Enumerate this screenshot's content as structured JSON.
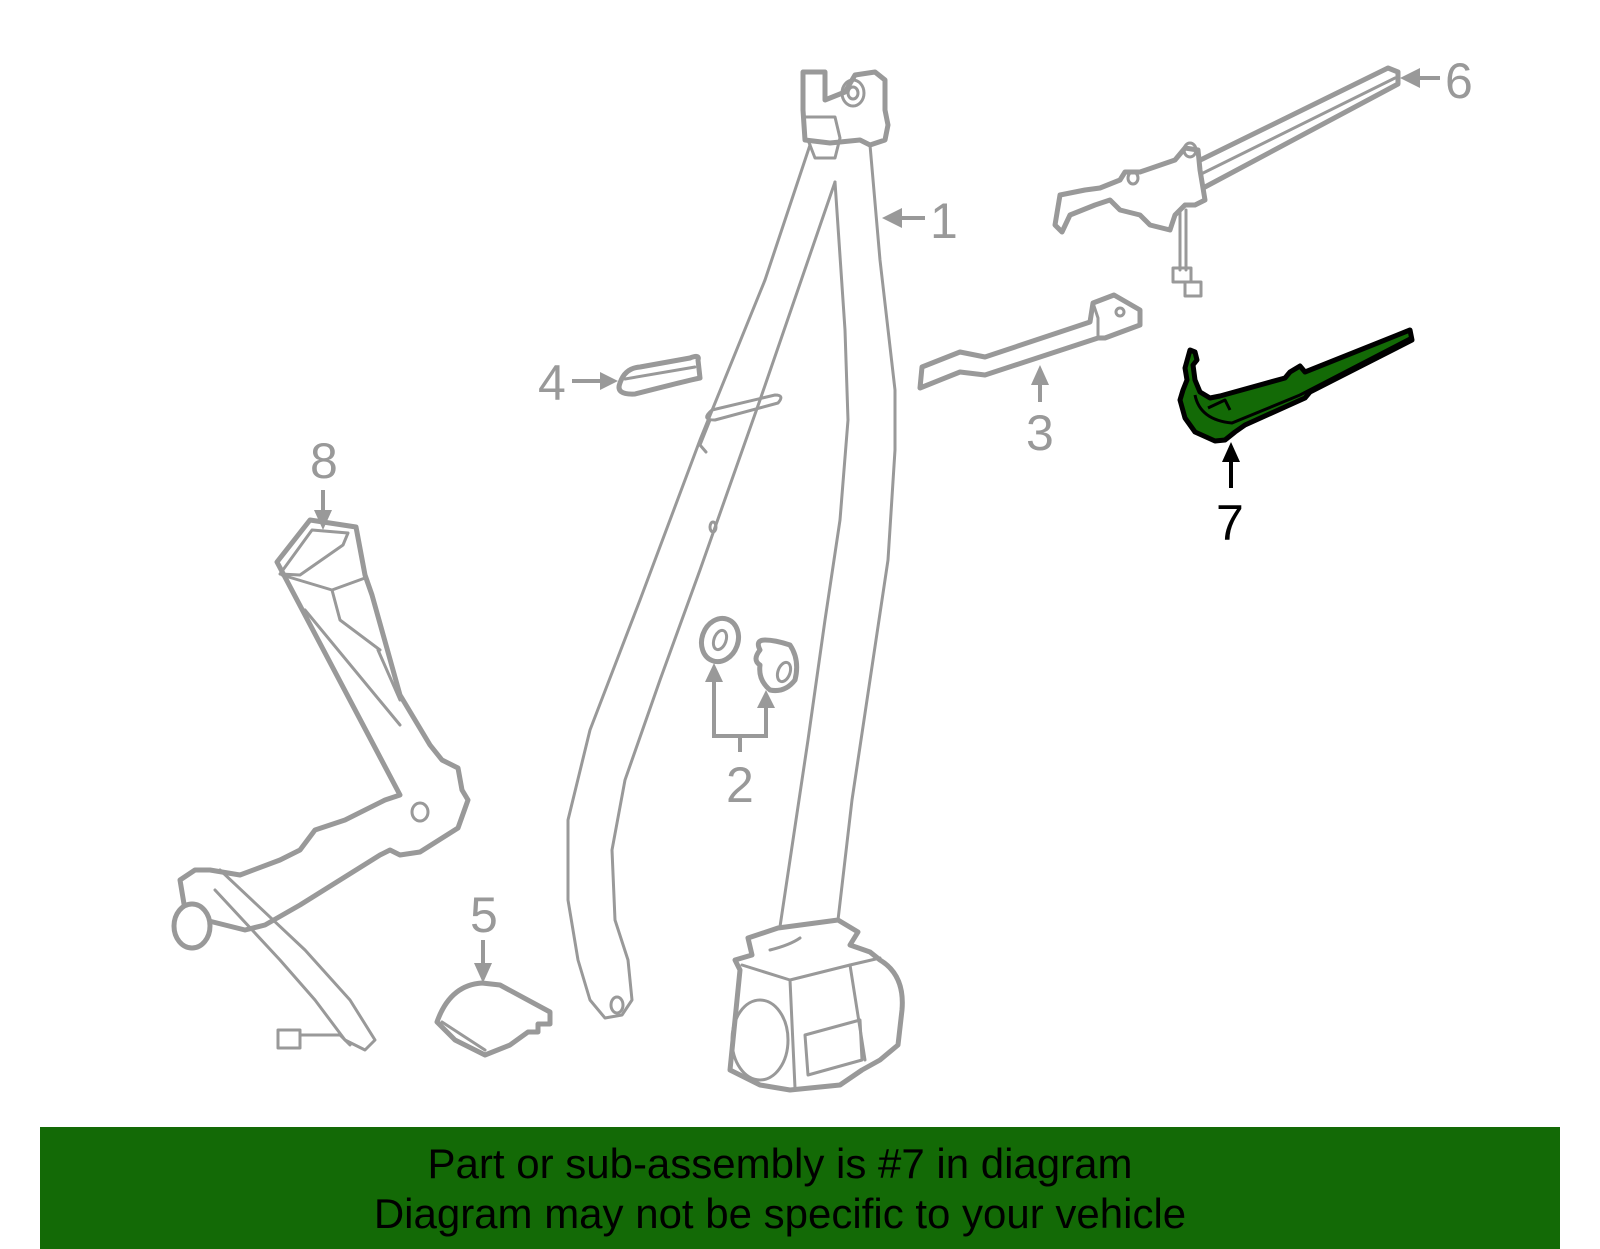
{
  "diagram": {
    "title": "Seat belt assembly exploded parts diagram",
    "highlighted_part": "7",
    "highlight_color": "#136a06",
    "line_color": "#999999",
    "callouts": [
      {
        "number": "1",
        "name": "seat-belt-assembly"
      },
      {
        "number": "2",
        "name": "washer-and-bolt"
      },
      {
        "number": "3",
        "name": "bracket"
      },
      {
        "number": "4",
        "name": "guide-clip"
      },
      {
        "number": "5",
        "name": "cover"
      },
      {
        "number": "6",
        "name": "height-adjuster-rail"
      },
      {
        "number": "7",
        "name": "highlighted-trim-cover"
      },
      {
        "number": "8",
        "name": "buckle-assembly"
      }
    ]
  },
  "banner": {
    "line1": "Part or sub-assembly is #7 in diagram",
    "line2": "Diagram may not be specific to your vehicle",
    "background": "#136a06"
  }
}
